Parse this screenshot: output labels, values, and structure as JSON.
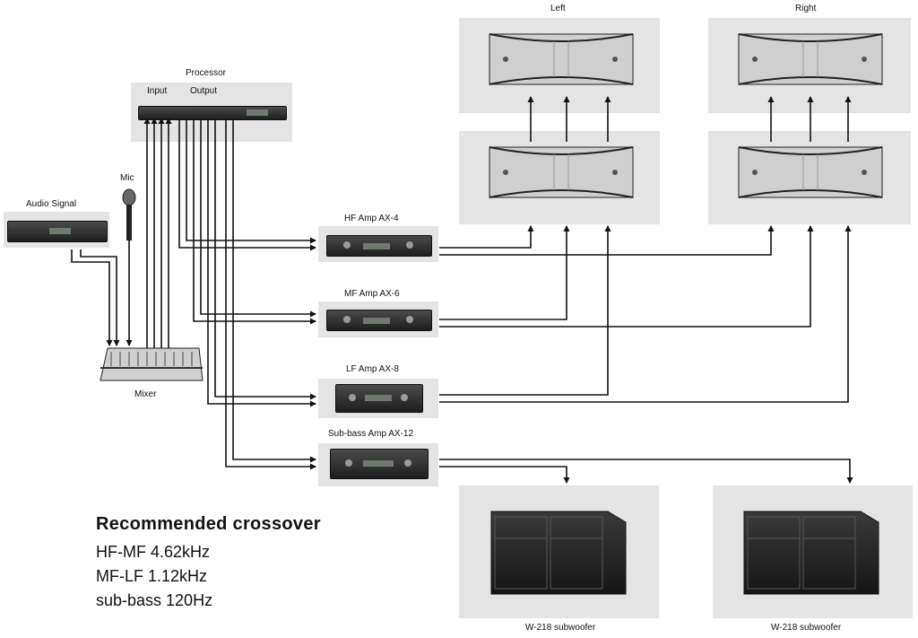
{
  "labels": {
    "left": "Left",
    "right": "Right",
    "processor": "Processor",
    "input": "Input",
    "output": "Output",
    "audio_signal": "Audio Signal",
    "mic": "Mic",
    "mixer": "Mixer",
    "hf_amp": "HF Amp AX-4",
    "mf_amp": "MF Amp AX-6",
    "lf_amp": "LF Amp AX-8",
    "sub_amp": "Sub-bass Amp AX-12",
    "sub_left": "W-218 subwoofer",
    "sub_right": "W-218 subwoofer"
  },
  "crossover": {
    "title": "Recommended crossover",
    "lines": [
      "HF-MF 4.62kHz",
      "MF-LF 1.12kHz",
      "sub-bass 120Hz"
    ]
  },
  "colors": {
    "panel": "#e4e4e4",
    "wire": "#111111",
    "cabinet": "#2a2a2a",
    "speaker_grille": "#cfcfcf"
  },
  "icons": [
    "mic-icon",
    "amplifier-icon",
    "speaker-array-icon",
    "subwoofer-icon",
    "mixer-icon",
    "processor-icon"
  ]
}
